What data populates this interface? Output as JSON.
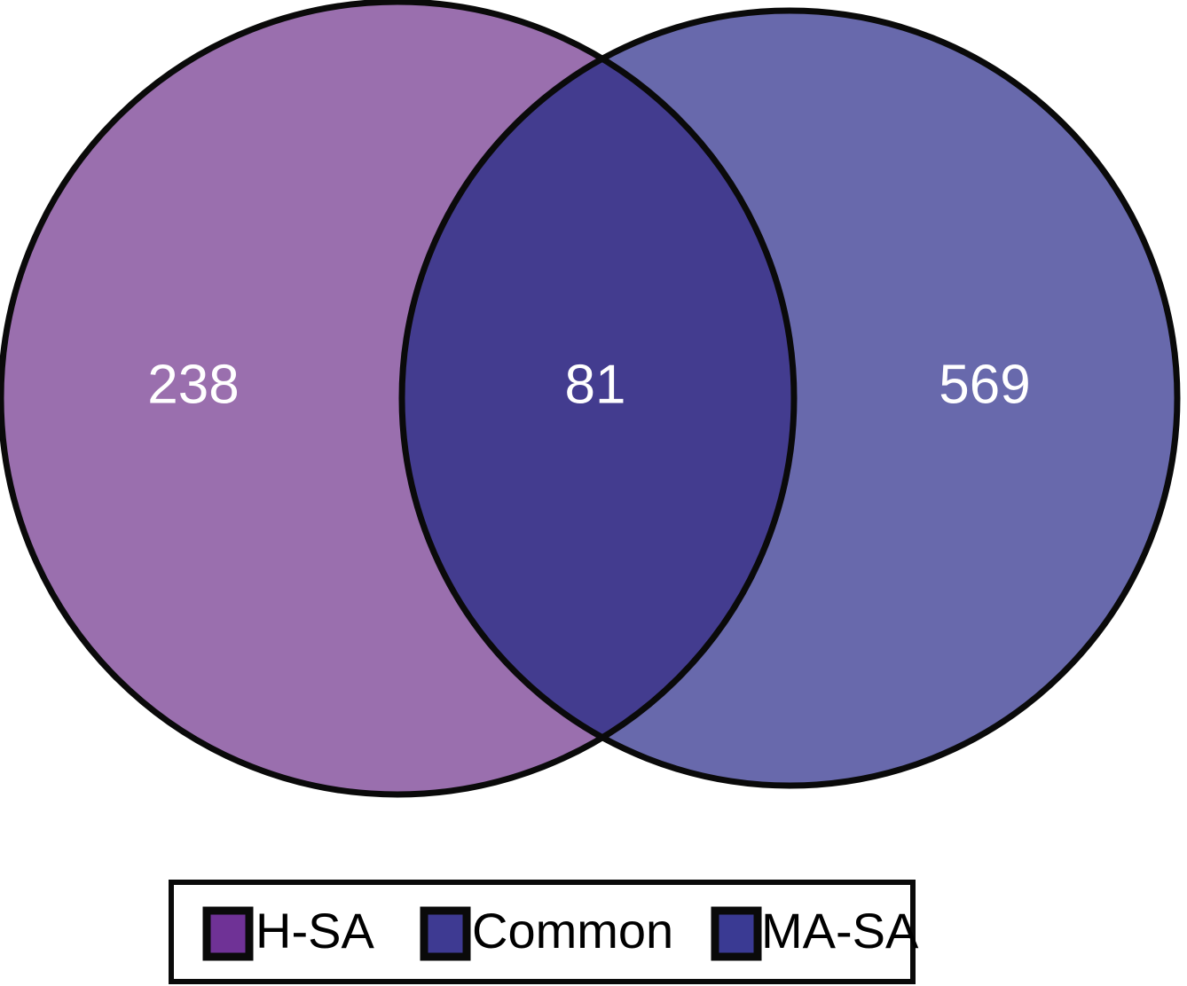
{
  "figure": {
    "type": "venn-diagram",
    "background": "#ffffff",
    "outline_color": "#0a0a0a"
  },
  "chart_data": {
    "type": "venn",
    "title": "",
    "sets": [
      {
        "name": "H-SA",
        "region": "left-only",
        "value": 238,
        "fill": "#9a6fae",
        "legend_swatch": "#6f3296"
      },
      {
        "name": "MA-SA",
        "region": "right-only",
        "value": 569,
        "fill": "#6869ac",
        "legend_swatch": "#3a3a93"
      },
      {
        "name": "Common",
        "region": "intersection",
        "value": 81,
        "fill": "#433c8f",
        "legend_swatch": "#3e3a92"
      }
    ],
    "labels": {
      "left": "238",
      "intersection": "81",
      "right": "569"
    },
    "legend_position": "bottom",
    "grid": false
  },
  "legend": {
    "items": [
      {
        "label": "H-SA",
        "color": "#6f3296"
      },
      {
        "label": "Common",
        "color": "#3e3a92"
      },
      {
        "label": "MA-SA",
        "color": "#3a3a93"
      }
    ]
  }
}
